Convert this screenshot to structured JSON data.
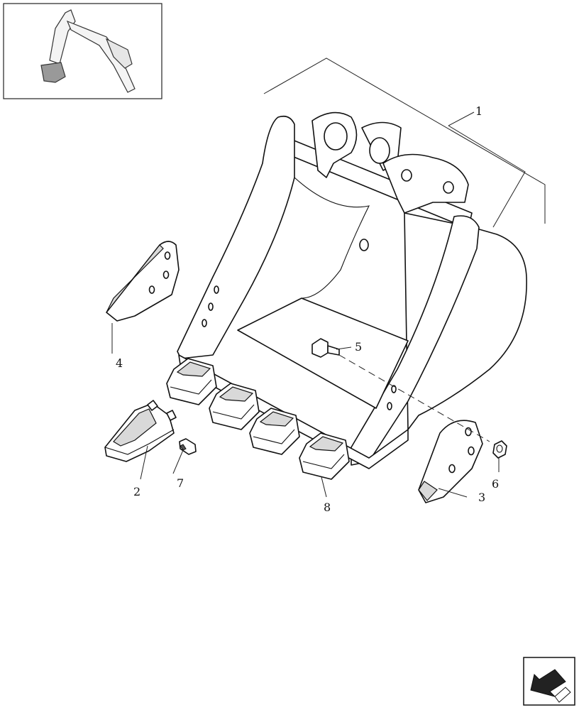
{
  "callouts": [
    {
      "id": "1",
      "label": "1"
    },
    {
      "id": "2",
      "label": "2"
    },
    {
      "id": "3",
      "label": "3"
    },
    {
      "id": "4",
      "label": "4"
    },
    {
      "id": "5",
      "label": "5"
    },
    {
      "id": "6",
      "label": "6"
    },
    {
      "id": "7",
      "label": "7"
    },
    {
      "id": "8",
      "label": "8"
    }
  ],
  "thumbnail": {
    "icon": "excavator-thumbnail-icon"
  },
  "nav": {
    "icon": "previous-page-arrow-icon"
  }
}
